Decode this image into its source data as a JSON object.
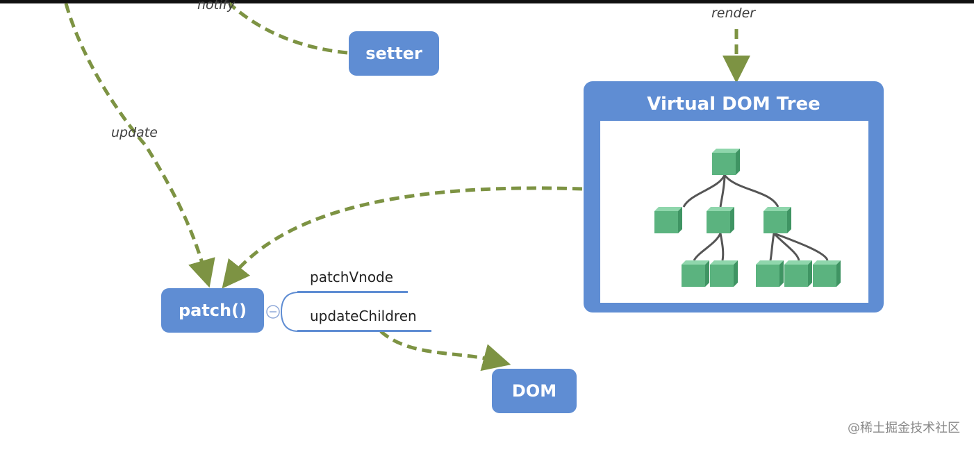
{
  "nodes": {
    "setter": "setter",
    "patch": "patch()",
    "dom": "DOM",
    "vdom_title": "Virtual DOM Tree"
  },
  "edge_labels": {
    "notify": "notify",
    "update": "update",
    "render": "render"
  },
  "branches": {
    "patch_vnode": "patchVnode",
    "update_children": "updateChildren"
  },
  "watermark": "@稀土掘金技术社区",
  "colors": {
    "node_blue": "#5f8dd3",
    "arrow_green": "#7d9343",
    "cube_green": "#5bb37f"
  }
}
